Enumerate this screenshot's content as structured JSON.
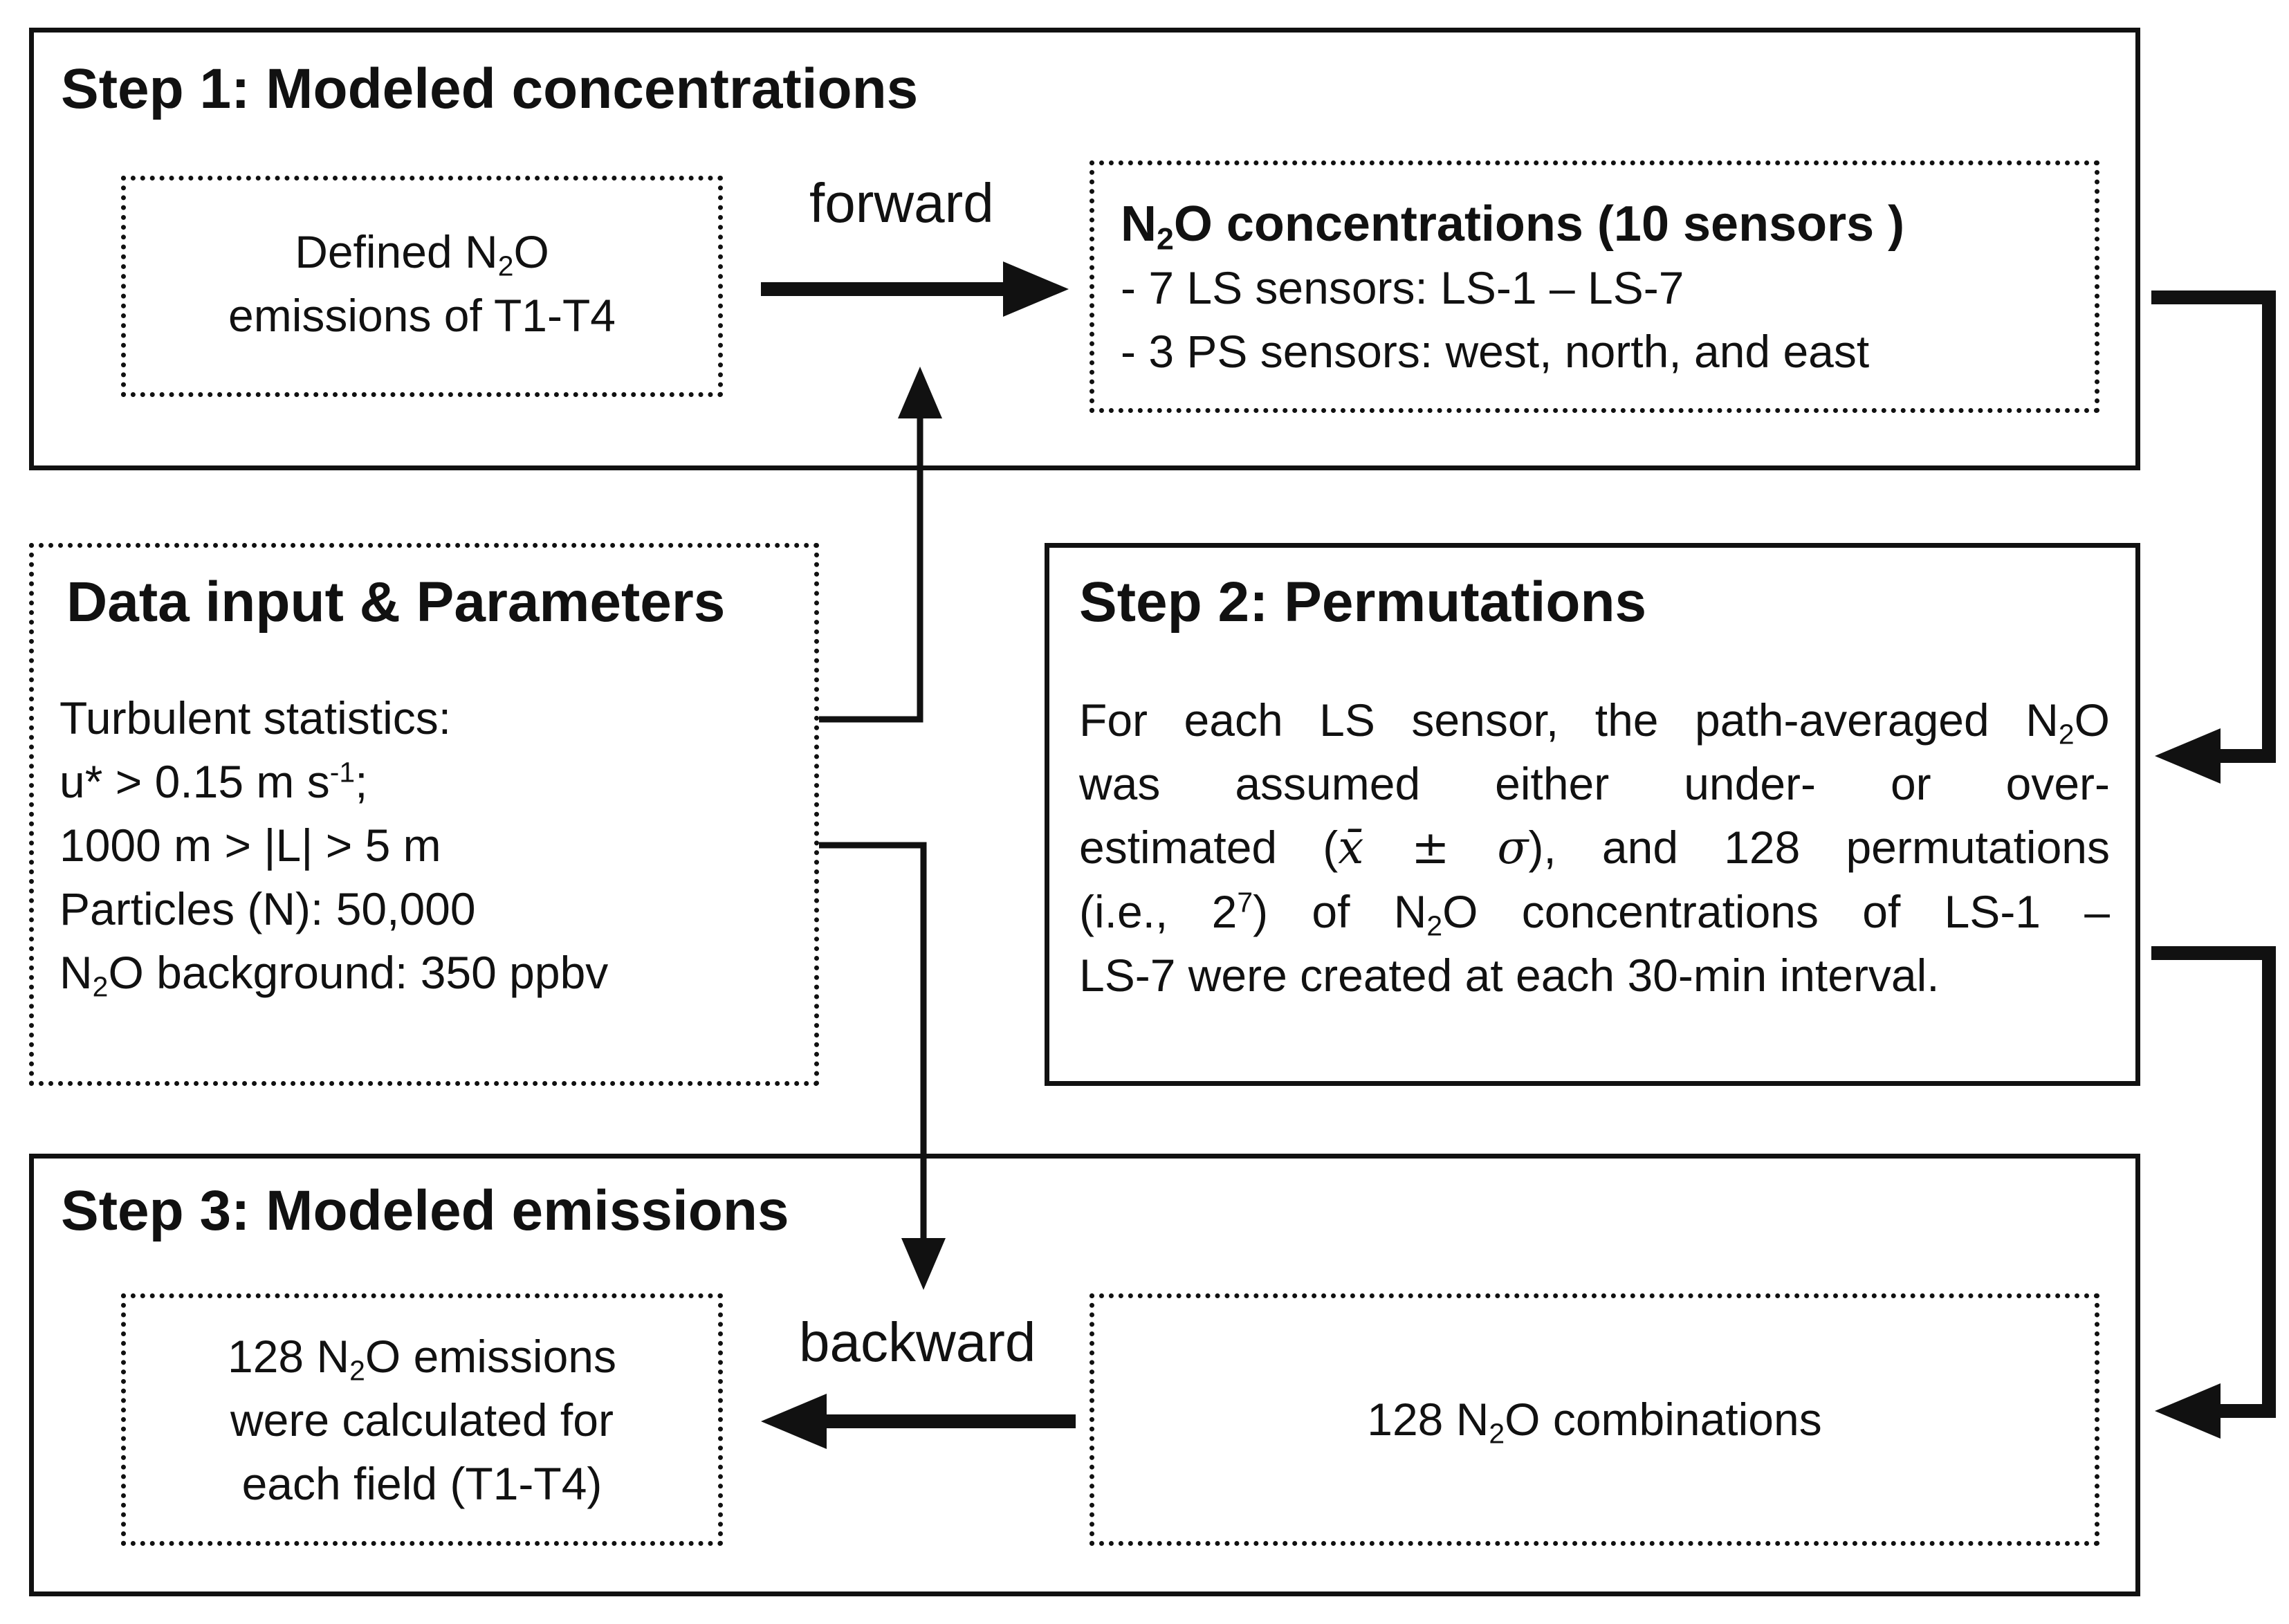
{
  "step1": {
    "title": "Step 1: Modeled concentrations",
    "defined_box": {
      "line1_pre": "Defined N",
      "line1_sub": "2",
      "line1_post": "O",
      "line2": "emissions of T1-T4"
    },
    "forward_label": "forward",
    "concentrations_box": {
      "heading_pre": "N",
      "heading_sub": "2",
      "heading_post": "O concentrations (10 sensors )",
      "bullet1": "-   7 LS sensors: LS-1 – LS-7",
      "bullet2": "-   3 PS sensors: west, north, and east"
    }
  },
  "data_input": {
    "title": "Data input & Parameters",
    "turbulent": "Turbulent statistics:",
    "ustar_pre": "u* > 0.15 m s",
    "ustar_sup": "-1",
    "ustar_post": ";",
    "obukhov": "1000 m > |L| > 5 m",
    "particles": "Particles (N):  50,000",
    "bg_pre": "N",
    "bg_sub": "2",
    "bg_post": "O background: 350 ppbv"
  },
  "step2": {
    "title": "Step 2: Permutations",
    "line1_pre": "For each LS sensor, the path-averaged N",
    "line1_sub": "2",
    "line1_post": "O",
    "line2": "was assumed either under- or over-",
    "line3_pre": "estimated (",
    "line3_math": "x̄ ± σ",
    "line3_post": "), and 128 permutations",
    "line4_pre": "(i.e., 2",
    "line4_sup": "7",
    "line4_mid": ") of N",
    "line4_sub": "2",
    "line4_post": "O concentrations of LS-1 –",
    "line5": "LS-7 were created at each 30-min interval."
  },
  "step3": {
    "title": "Step 3: Modeled emissions",
    "backward_label": "backward",
    "emissions_box": {
      "line1_pre": "128 N",
      "line1_sub": "2",
      "line1_post": "O emissions",
      "line2": "were calculated for",
      "line3": "each field (T1-T4)"
    },
    "combinations_box": {
      "pre": "128 N",
      "sub": "2",
      "post": "O combinations"
    }
  }
}
